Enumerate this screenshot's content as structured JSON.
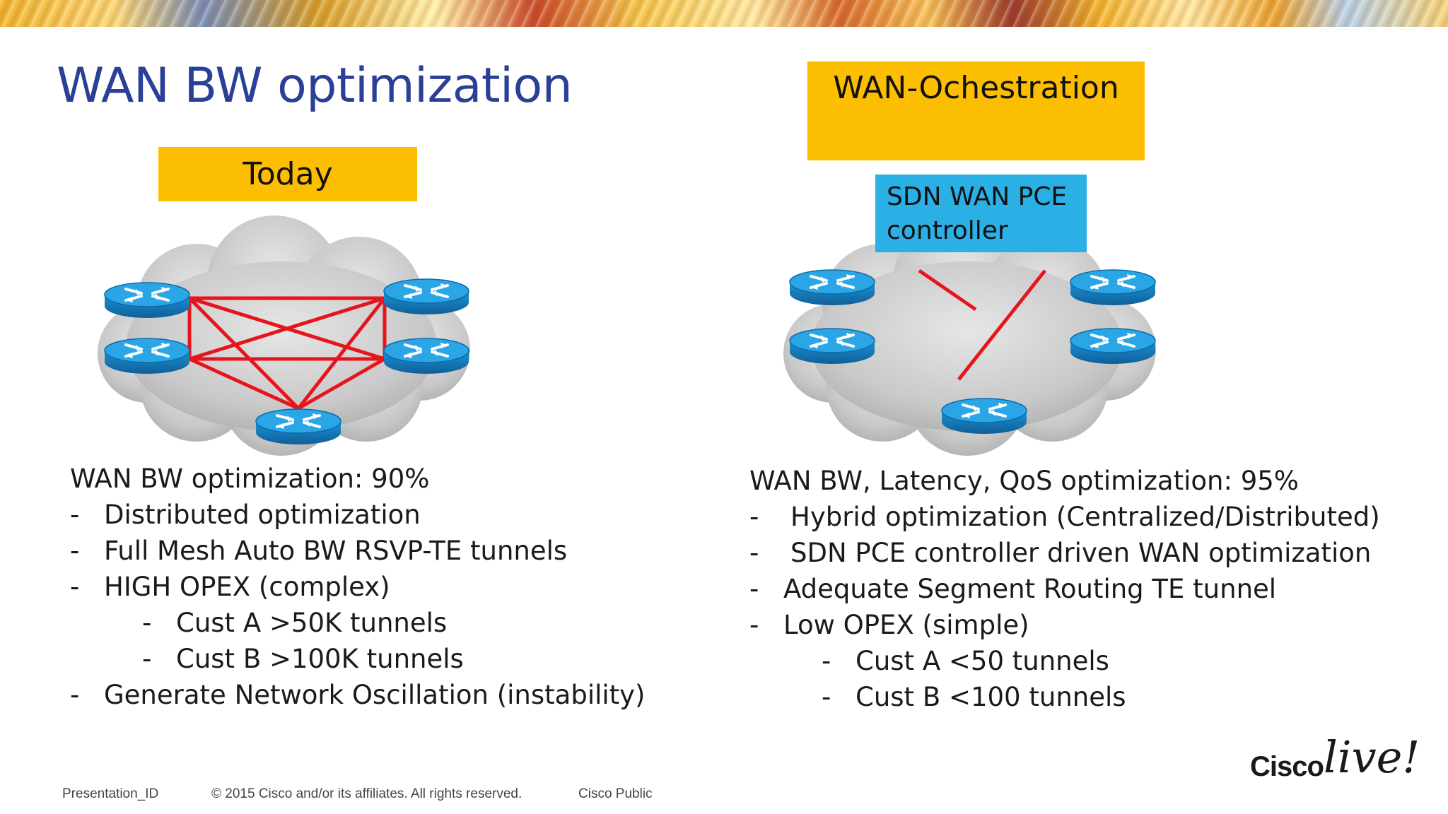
{
  "slide": {
    "title": "WAN BW optimization",
    "left_label": "Today",
    "right_label": "WAN-Ochestration",
    "controller_label_line1": "SDN WAN PCE",
    "controller_label_line2": "controller"
  },
  "left_list": {
    "heading": "WAN BW optimization: 90%",
    "items": [
      {
        "dash": "-",
        "text": "Distributed optimization"
      },
      {
        "dash": "-",
        "text": "Full Mesh Auto BW RSVP-TE tunnels"
      },
      {
        "dash": "-",
        "text": "HIGH OPEX (complex)"
      },
      {
        "dash": "-",
        "text": "Cust A >50K tunnels"
      },
      {
        "dash": "-",
        "text": "Cust B >100K tunnels"
      },
      {
        "dash": "-",
        "text": "Generate Network Oscillation (instability)"
      }
    ]
  },
  "right_list": {
    "heading": "WAN BW, Latency, QoS optimization: 95%",
    "items": [
      {
        "dash": "-",
        "text": "Hybrid optimization (Centralized/Distributed)"
      },
      {
        "dash": "-",
        "text": "SDN PCE controller driven WAN optimization"
      },
      {
        "dash": "-",
        "text": "Adequate Segment Routing TE tunnel"
      },
      {
        "dash": "-",
        "text": "Low OPEX (simple)"
      },
      {
        "dash": "-",
        "text": "Cust A <50 tunnels"
      },
      {
        "dash": "-",
        "text": "Cust B <100 tunnels"
      }
    ]
  },
  "footer": {
    "presentation_id": "Presentation_ID",
    "copyright": "© 2015 Cisco and/or its affiliates. All rights reserved.",
    "classification": "Cisco Public"
  },
  "logo": {
    "brand": "Cisco",
    "event": "live!"
  },
  "colors": {
    "title": "#2a3f96",
    "label_yellow": "#fcbe00",
    "controller_blue": "#2bb0e6",
    "tunnel_red": "#e8141c",
    "router_blue": "#1a8fd0",
    "cloud_gray": "#c9c9c9"
  },
  "icons": [
    "router-icon",
    "cloud-icon"
  ]
}
